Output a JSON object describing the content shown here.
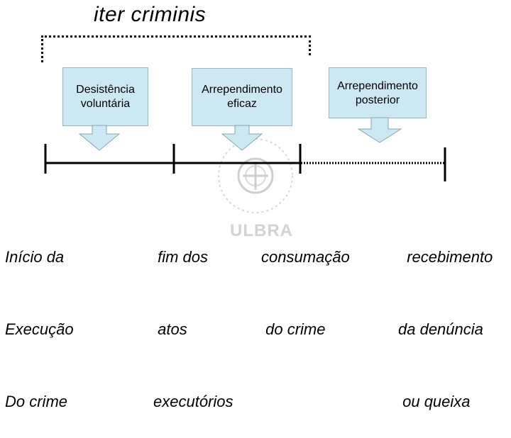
{
  "title": "iter criminis",
  "boxes": [
    {
      "lines": [
        "Desistência",
        "voluntária"
      ]
    },
    {
      "lines": [
        "Arrependimento",
        "eficaz"
      ]
    },
    {
      "lines": [
        "Arrependimento",
        "posterior"
      ]
    }
  ],
  "timeline_labels": [
    {
      "lines": [
        "Início da",
        "Execução",
        "Do crime"
      ]
    },
    {
      "lines": [
        " fim dos",
        " atos",
        "executórios"
      ]
    },
    {
      "lines": [
        "consumação",
        " do crime",
        ""
      ]
    },
    {
      "lines": [
        "  recebimento",
        "da denúncia",
        " ou queixa"
      ]
    }
  ],
  "watermark": {
    "text": "ULBRA"
  },
  "colors": {
    "box_fill": "#cce8f3",
    "arrow_fill": "#cce8f3",
    "line": "#000000"
  }
}
